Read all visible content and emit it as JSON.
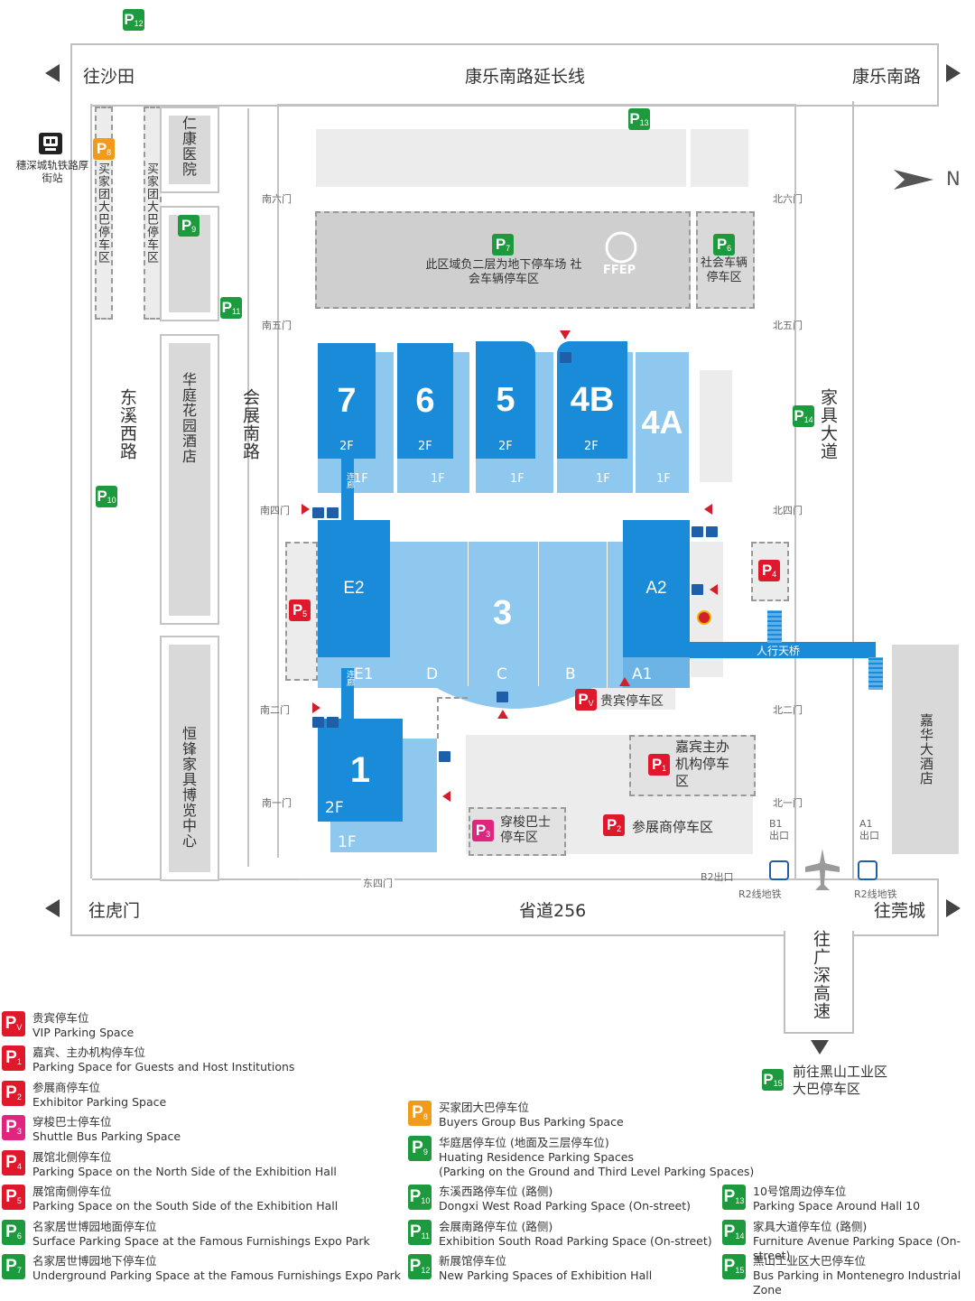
{
  "roads": {
    "to_shatian": "往沙田",
    "kangle_ext": "康乐南路延长线",
    "kangle_south": "康乐南路",
    "to_humen": "往虎门",
    "provincial_256": "省道256",
    "to_guancheng": "往莞城",
    "dongxi_west": "东溪西路",
    "huizhan_south": "会展南路",
    "furniture_ave": "家具大道",
    "to_guangshen": "往广深高速"
  },
  "metro": {
    "station": "穗深城轨铁路厚街站"
  },
  "north_label": "N",
  "buildings": {
    "renkang": "仁康医院",
    "huating": "华庭花园酒店",
    "hengfeng": "恒锋家具博览中心",
    "jiahua": "嘉华大酒店",
    "buyers_bus_1": "买家团大巴停车区",
    "buyers_bus_2": "买家团大巴停车区",
    "ffep_logo": "FFEP",
    "p7_area": "此区域负二层为地下停车场 社会车辆停车区",
    "p6_area": "社会车辆停车区",
    "vip_area": "贵宾停车区",
    "guest_area": "嘉宾主办机构停车区",
    "exhibitor_area": "参展商停车区",
    "shuttle_area": "穿梭巴士停车区",
    "skybridge": "人行天桥",
    "to_heishan": "前往黑山工业区大巴停车区"
  },
  "halls": {
    "h7": "7",
    "h6": "6",
    "h5": "5",
    "h4b": "4B",
    "h4a": "4A",
    "h3": "3",
    "h1": "1",
    "e2": "E2",
    "e1": "E1",
    "a2": "A2",
    "a1": "A1",
    "d": "D",
    "c": "C",
    "b": "B",
    "f2": "2F",
    "f1": "1F",
    "link": "连廊"
  },
  "gates": {
    "s6": "南六门",
    "s5": "南五门",
    "s4": "南四门",
    "s2": "南二门",
    "s1": "南一门",
    "n6": "北六门",
    "n5": "北五门",
    "n4": "北四门",
    "n2": "北二门",
    "n1": "北一门",
    "e4": "东四门",
    "b1": "B1出口",
    "a1": "A1出口",
    "b2": "B2出口",
    "r2_left": "R2线地铁",
    "r2_right": "R2线地铁"
  },
  "parking_marks": {
    "pv": "P",
    "pv_sub": "V",
    "p1": "P",
    "p1_sub": "1",
    "p2": "P",
    "p2_sub": "2",
    "p3": "P",
    "p3_sub": "3",
    "p4": "P",
    "p4_sub": "4",
    "p5": "P",
    "p5_sub": "5",
    "p6": "P",
    "p6_sub": "6",
    "p7": "P",
    "p7_sub": "7",
    "p8": "P",
    "p8_sub": "8",
    "p9": "P",
    "p9_sub": "9",
    "p10": "P",
    "p10_sub": "10",
    "p11": "P",
    "p11_sub": "11",
    "p12": "P",
    "p12_sub": "12",
    "p13": "P",
    "p13_sub": "13",
    "p14": "P",
    "p14_sub": "14",
    "p15": "P",
    "p15_sub": "15"
  },
  "legend": [
    {
      "sub": "V",
      "color": "#e0182c",
      "cn": "贵宾停车位",
      "en": "VIP Parking Space"
    },
    {
      "sub": "1",
      "color": "#e0182c",
      "cn": "嘉宾、主办机构停车位",
      "en": "Parking Space for Guests and Host Institutions"
    },
    {
      "sub": "2",
      "color": "#e0182c",
      "cn": "参展商停车位",
      "en": "Exhibitor Parking Space"
    },
    {
      "sub": "3",
      "color": "#e0257f",
      "cn": "穿梭巴士停车位",
      "en": "Shuttle Bus Parking Space"
    },
    {
      "sub": "4",
      "color": "#e0182c",
      "cn": "展馆北侧停车位",
      "en": "Parking Space on the North Side of the Exhibition Hall"
    },
    {
      "sub": "5",
      "color": "#e0182c",
      "cn": "展馆南侧停车位",
      "en": "Parking Space on the South Side of the Exhibition Hall"
    },
    {
      "sub": "6",
      "color": "#1e9a3e",
      "cn": "名家居世博园地面停车位",
      "en": "Surface Parking Space at the Famous Furnishings Expo Park"
    },
    {
      "sub": "7",
      "color": "#1e9a3e",
      "cn": "名家居世博园地下停车位",
      "en": "Underground Parking Space at the Famous Furnishings Expo Park"
    },
    {
      "sub": "8",
      "color": "#f29a1a",
      "cn": "买家团大巴停车位",
      "en": "Buyers Group Bus Parking Space"
    },
    {
      "sub": "9",
      "color": "#1e9a3e",
      "cn": "华庭居停车位 (地面及三层停车位)",
      "en": "Huating Residence Parking Spaces",
      "en2": "(Parking on the Ground and Third Level Parking Spaces)"
    },
    {
      "sub": "10",
      "color": "#1e9a3e",
      "cn": "东溪西路停车位 (路侧)",
      "en": "Dongxi West Road Parking Space (On-street)"
    },
    {
      "sub": "11",
      "color": "#1e9a3e",
      "cn": "会展南路停车位 (路侧)",
      "en": "Exhibition South Road Parking Space (On-street)"
    },
    {
      "sub": "12",
      "color": "#1e9a3e",
      "cn": "新展馆停车位",
      "en": "New Parking Spaces of Exhibition Hall"
    },
    {
      "sub": "13",
      "color": "#1e9a3e",
      "cn": "10号馆周边停车位",
      "en": "Parking Space Around Hall 10"
    },
    {
      "sub": "14",
      "color": "#1e9a3e",
      "cn": "家具大道停车位 (路侧)",
      "en": "Furniture Avenue Parking Space (On-street)"
    },
    {
      "sub": "15",
      "color": "#1e9a3e",
      "cn": "黑山工业区大巴停车位",
      "en": "Bus Parking in Montenegro Industrial Zone"
    }
  ]
}
